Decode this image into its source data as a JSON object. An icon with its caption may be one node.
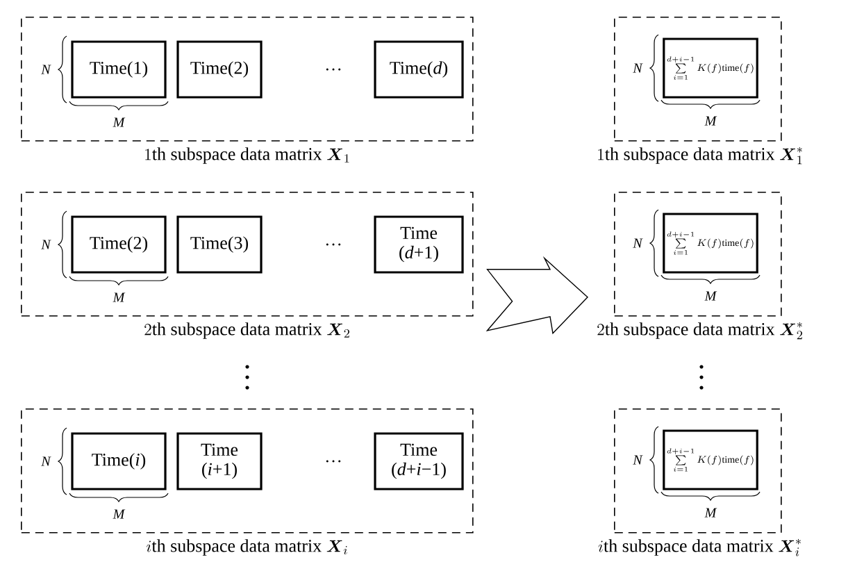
{
  "diagram": {
    "nodes": [
      {
        "text": [
          "1\\text{th subspace data matrix }\\boldsymbol{X}_{1}"
        ]
      },
      {
        "text": [
          "Time(1)"
        ],
        "in": 0
      },
      {
        "text": [
          "Time(2)"
        ],
        "in": 0
      },
      {
        "text": [
          "Time(*d*)"
        ],
        "in": 0
      },
      {
        "text": [
          "2\\text{th subspace data matrix }\\boldsymbol{X}_{2}"
        ]
      },
      {
        "text": [
          "Time(2)"
        ],
        "in": 4
      },
      {
        "text": [
          "Time(3)"
        ],
        "in": 4
      },
      {
        "text": [
          "Time (*d*+1)"
        ],
        "in": 4
      },
      {
        "text": [
          "i\\text{th subspace data matrix }\\boldsymbol{X}_{i}"
        ]
      },
      {
        "text": [
          "Time(*i*)"
        ],
        "in": 8
      },
      {
        "text": [
          "Time (*i*+1)"
        ],
        "in": 8
      },
      {
        "text": [
          "Time (*d*+*i*−1)"
        ],
        "in": 8
      },
      {
        "text": [
          "1\\text{th subspace data matrix }\\boldsymbol{X}_{1}^{*}"
        ]
      },
      {
        "text": [
          "\\sum\\limits_{i=1}^{d+i-1}K(f)\\mathrm{time}(f)"
        ],
        "in": 12
      },
      {
        "text": [
          "2\\text{th subspace data matrix }\\boldsymbol{X}_{2}^{*}"
        ]
      },
      {
        "text": [
          "\\sum\\limits_{i=1}^{d+i-1}K(f)\\mathrm{time}(f)"
        ],
        "in": 14
      },
      {
        "text": [
          "i\\text{th subspace data matrix }\\boldsymbol{X}_{i}^{*}"
        ]
      },
      {
        "text": [
          "\\sum\\limits_{i=1}^{d+i-1}K(f)\\mathrm{time}(f)"
        ],
        "in": 16
      }
    ],
    "edges": [
      {
        "from": 4,
        "to": 14,
        "arrow": "to"
      }
    ],
    "labels": [
      "N",
      "…",
      "M",
      "N",
      "M",
      "N",
      "…",
      "M",
      "N",
      "M",
      "N",
      "…",
      "M",
      "N",
      "M"
    ]
  }
}
